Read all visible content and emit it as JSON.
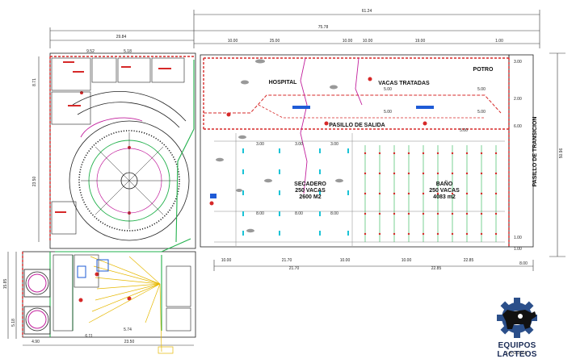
{
  "rooms": {
    "hospital": "HOSPITAL",
    "vacas_tratadas": "VACAS TRATADAS",
    "potro": "POTRO",
    "pasillo_salida": "PASILLO DE SALIDA",
    "secadero_title": "SECADERO",
    "secadero_vacas": "250 VACAS",
    "secadero_area": "2600 M2",
    "bano_title": "BAÑO",
    "bano_vacas": "250 VACAS",
    "bano_area": "4083 m2",
    "pasillo_transicion": "PASILLO DE TRANSICION"
  },
  "dimensions": {
    "top_total": "61.24",
    "top_secondary": "75.78",
    "top_left": "29.84",
    "right_total": "50.96",
    "top_a": "10.00",
    "top_b": "25.00",
    "top_c": "10.00",
    "top_d": "10.00",
    "top_e": "19.00",
    "top_f": "1.00",
    "bottom_a": "10.00",
    "bottom_b": "21.70",
    "bottom_c": "10.00",
    "bottom_d": "10.00",
    "bottom_e": "22.85",
    "bottom_f": "8.00",
    "right_a": "3.00",
    "right_b": "2.00",
    "right_c": "6.00",
    "right_d": "1.00",
    "right_e": "1.00",
    "row_a": "3.00",
    "row_b": "8.00",
    "row_c": "5.00",
    "left_a": "8.71",
    "left_b": "23.50",
    "left_c": "15.85",
    "left_d": "5.18",
    "left_e": "4.90",
    "bottom_left_a": "6.11",
    "bottom_left_b": "23.50",
    "bottom_left_c": "5.74",
    "small_a": "9.52",
    "small_b": "5.18"
  },
  "logo": {
    "brand": "EQUIPOS LACTEOS",
    "sub": "LAGUNA",
    "gear_color": "#2b4f8a",
    "cow_color": "#111111"
  },
  "colors": {
    "walls": "#d62828",
    "green_lines": "#22b14c",
    "magenta": "#c21f9c",
    "cyan_marks": "#19c3d6",
    "yellow_lines": "#e6b800"
  }
}
